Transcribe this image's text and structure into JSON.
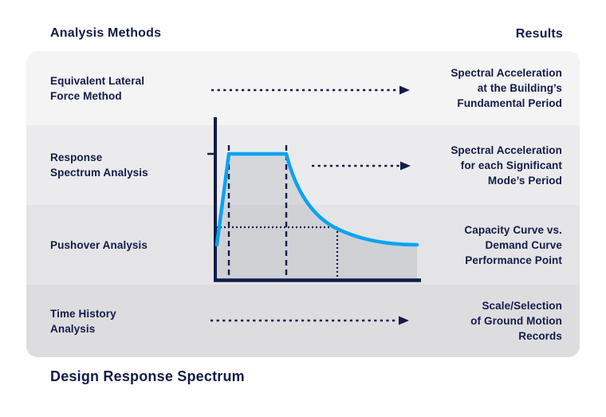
{
  "headers": {
    "left": "Analysis Methods",
    "right": "Results"
  },
  "rows": [
    {
      "method": "Equivalent Lateral\nForce Method",
      "result": "Spectral Acceleration\nat the Building’s\nFundamental Period"
    },
    {
      "method": "Response\nSpectrum Analysis",
      "result": "Spectral Acceleration\nfor each Significant\nMode’s Period"
    },
    {
      "method": "Pushover Analysis",
      "result": "Capacity Curve vs.\nDemand Curve\nPerformance Point"
    },
    {
      "method": "Time History\nAnalysis",
      "result": "Scale/Selection\nof Ground Motion\nRecords"
    }
  ],
  "caption": "Design Response Spectrum",
  "colors": {
    "navy": "#121c49",
    "curve_blue": "#0aa3f2",
    "row_backgrounds": [
      "#f4f4f5",
      "#ebebed",
      "#e4e4e6",
      "#dddde0"
    ],
    "background": "#ffffff"
  },
  "icons": [
    "dashed-arrow-right-icon (row 1)",
    "dashed-arrow-right-icon (row 2)",
    "dashed-arrow-right-icon (row 4)"
  ],
  "chart_data": {
    "type": "line",
    "title": "Design Response Spectrum",
    "xlabel": "",
    "ylabel": "",
    "legend": false,
    "grid": false,
    "description": "Schematic design response spectrum: linear rise, flat plateau, hyperbolic decay; area under curve shaded gray; no numeric tick labels shown",
    "x_normalized": [
      0.0,
      0.06,
      0.35,
      0.47,
      0.6,
      0.78,
      1.0
    ],
    "y_normalized": [
      0.28,
      1.0,
      1.0,
      0.51,
      0.41,
      0.3,
      0.28
    ],
    "guides": {
      "dashed_vertical_x": [
        0.06,
        0.35
      ],
      "dotted_horizontal_y": 0.41,
      "dotted_vertical_x": 0.6,
      "y_axis_tick_at_y": 1.0
    },
    "axis_ranges": {
      "x": [
        0,
        1
      ],
      "y": [
        0,
        1.1
      ]
    }
  }
}
